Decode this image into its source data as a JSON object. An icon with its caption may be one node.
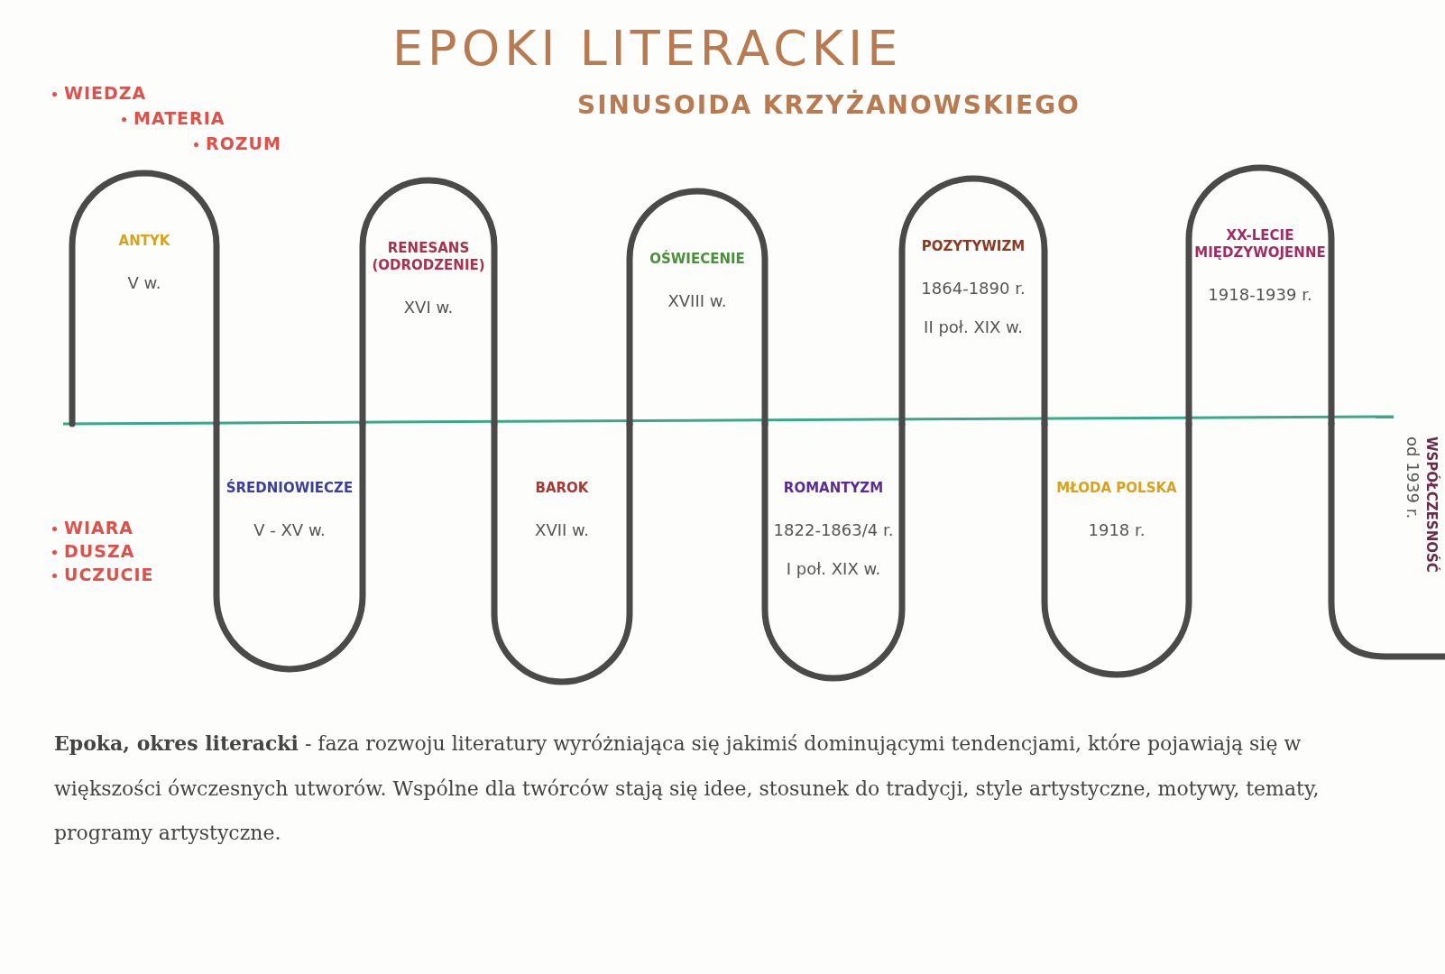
{
  "diagram": {
    "title": "EPOKI LITERACKIE",
    "nodes": [
      {
        "text": [
          "ANTYK",
          "V w."
        ]
      },
      {
        "text": [
          "ŚREDNIOWIECZE",
          "V - XV w."
        ]
      },
      {
        "text": [
          "RENESANS (ODRODZENIE)",
          "XVI w."
        ]
      },
      {
        "text": [
          "BAROK",
          "XVII w."
        ]
      },
      {
        "text": [
          "OŚWIECENIE",
          "XVIII w."
        ]
      },
      {
        "text": [
          "ROMANTYZM",
          "1822-1863/4 r.",
          "I poł. XIX w."
        ]
      },
      {
        "text": [
          "POZYTYWIZM",
          "1864-1890 r.",
          "II poł. XIX w."
        ]
      },
      {
        "text": [
          "MŁODA POLSKA",
          "1918 r."
        ]
      },
      {
        "text": [
          "XX-LECIE MIĘDZYWOJENNE",
          "1918-1939 r."
        ]
      },
      {
        "text": [
          "WSPÓŁCZESNOŚĆ",
          "od 1939 r."
        ]
      }
    ],
    "edges": [],
    "labels": [
      "SINUSOIDA KRZYŻANOWSKIEGO",
      "WIEDZA",
      "MATERIA",
      "ROZUM",
      "WIARA",
      "DUSZA",
      "UCZUCIE",
      "**Epoka, okres literacki** - faza rozwoju literatury wyróżniająca się jakimiś dominującymi tendencjami, które pojawiają się w większości ówczesnych utworów. Wspólne dla twórców stają się idee, stosunek do tradycji, style artystyczne, motywy, tematy, programy artystyczne."
    ]
  }
}
